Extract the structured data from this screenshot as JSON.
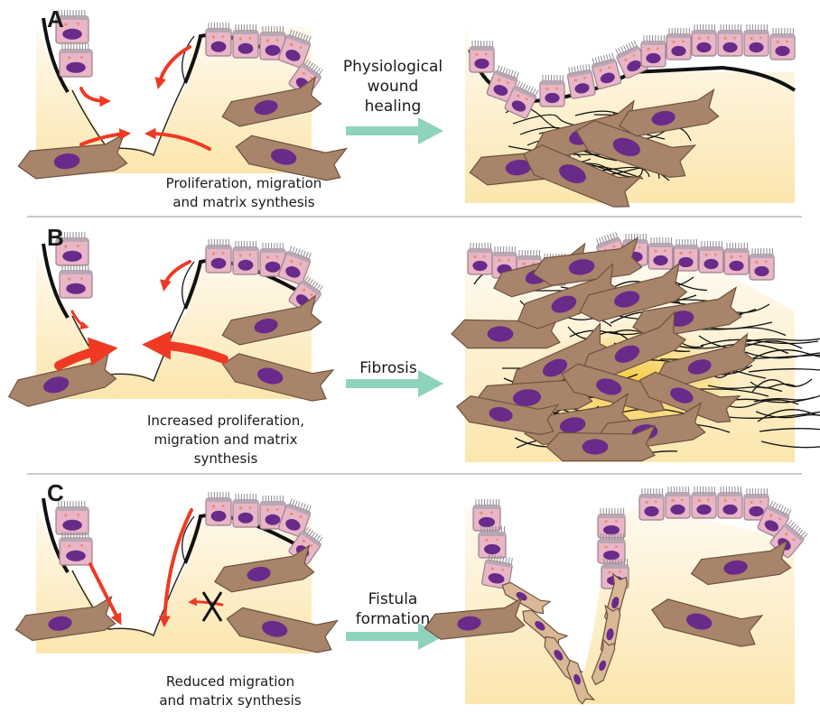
{
  "panels": [
    {
      "letter": "A",
      "caption_lines": [
        "Proliferation, migration",
        "and matrix synthesis"
      ],
      "process_lines": [
        "Physiological",
        "wound",
        "healing"
      ]
    },
    {
      "letter": "B",
      "caption_lines": [
        "Increased proliferation,",
        "migration and matrix",
        "synthesis"
      ],
      "process_lines": [
        "Fibrosis"
      ]
    },
    {
      "letter": "C",
      "caption_lines": [
        "Reduced migration",
        "and matrix synthesis"
      ],
      "process_lines": [
        "Fistula",
        "formation"
      ]
    }
  ],
  "colors": {
    "tissue": "#fbe6ad",
    "tissue_light": "#fdf4d8",
    "epithelium": "#e8b6c6",
    "nucleus": "#6a2a8a",
    "fibroblast": "#a8846a",
    "matrix": "#111111",
    "migration_arrow": "#ee3a24",
    "process_arrow": "#8ed3bb",
    "fibrosis_glow": "#f7c82e"
  }
}
